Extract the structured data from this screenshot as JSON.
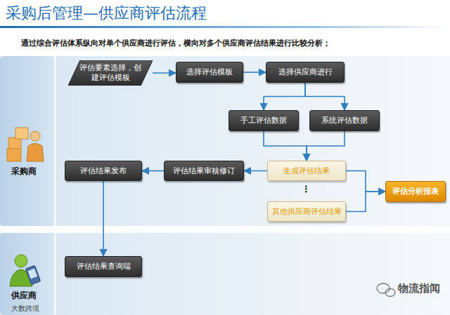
{
  "diagram": {
    "title": "采购后管理—供应商评估流程",
    "nodes": [
      {
        "text": [
          "评估要素选择，创建评估模板"
        ]
      },
      {
        "text": [
          "选择评估模板"
        ]
      },
      {
        "text": [
          "选择供应商进行"
        ]
      },
      {
        "text": [
          "手工评估数据"
        ]
      },
      {
        "text": [
          "系统评估数据"
        ]
      },
      {
        "text": [
          "生成评估结果"
        ]
      },
      {
        "text": [
          "评估结果审核修订"
        ]
      },
      {
        "text": [
          "评估结果发布"
        ]
      },
      {
        "text": [
          "其他供应商评估结果"
        ]
      },
      {
        "text": [
          "评估分析报表"
        ]
      },
      {
        "text": [
          "评估结果查询端"
        ]
      }
    ],
    "edges": [
      {
        "from": 0,
        "to": 1,
        "arrow": "to"
      },
      {
        "from": 1,
        "to": 2,
        "arrow": "to"
      },
      {
        "from": 2,
        "to": 3,
        "arrow": "to"
      },
      {
        "from": 2,
        "to": 4,
        "arrow": "to"
      },
      {
        "from": 3,
        "to": 5,
        "arrow": "to"
      },
      {
        "from": 4,
        "to": 5,
        "arrow": "to"
      },
      {
        "from": 5,
        "to": 6,
        "arrow": "to"
      },
      {
        "from": 6,
        "to": 7,
        "arrow": "to"
      },
      {
        "from": 7,
        "to": 10,
        "arrow": "to"
      },
      {
        "from": 5,
        "to": 9,
        "arrow": "to"
      },
      {
        "from": 8,
        "to": 9,
        "arrow": "to"
      }
    ],
    "labels": [
      "通过综合评估体系纵向对单个供应商进行评估，横向对多个供应商评估结果进行比较分析；",
      "采购商",
      "供应商",
      "⋮",
      "物流指闻",
      "大数跨境"
    ]
  }
}
